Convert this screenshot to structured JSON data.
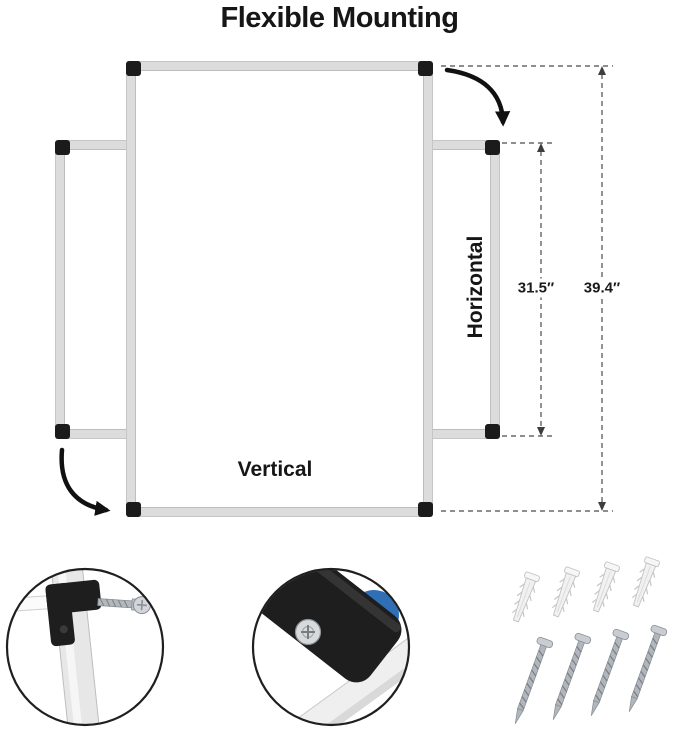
{
  "title": "Flexible Mounting",
  "diagram": {
    "labels": {
      "horizontal": "Horizontal",
      "vertical": "Vertical"
    },
    "dimensions": {
      "width_label": "31.5″",
      "height_label": "39.4″"
    }
  },
  "hardware": {
    "anchor_count": 4,
    "screw_count": 4
  },
  "colors": {
    "frame_silver": "#dcdcdc",
    "corner_cap_black": "#1b1b1b",
    "knob_blue": "#2e6fb5",
    "screw_gray": "#b0b6bc",
    "dimension_line": "#4a4a4a"
  }
}
